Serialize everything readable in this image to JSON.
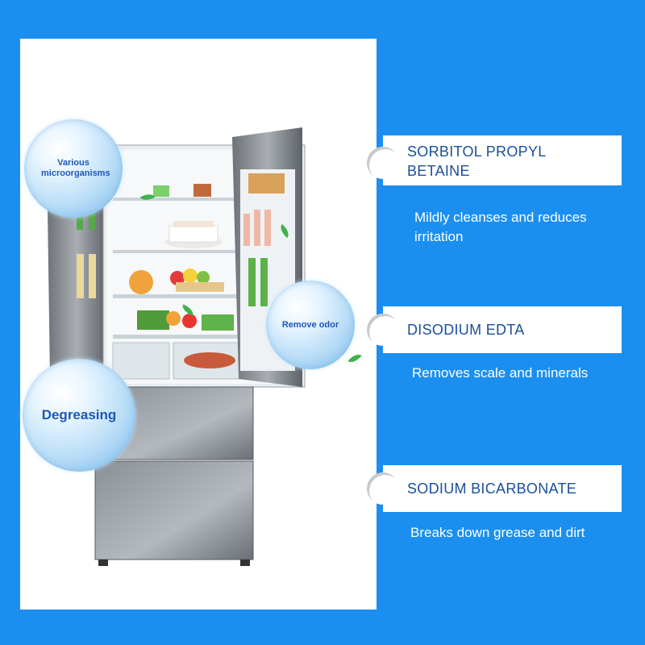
{
  "bubbles": {
    "microorganisms": "Various microorganisms",
    "odor": "Remove odor",
    "degreasing": "Degreasing"
  },
  "ingredients": [
    {
      "title_line1": "SORBITOL PROPYL",
      "title_line2": "BETAINE",
      "desc_line1": "Mildly cleanses and reduces",
      "desc_line2": "irritation"
    },
    {
      "title_line1": "DISODIUM EDTA",
      "title_line2": "",
      "desc_line1": "Removes scale and minerals",
      "desc_line2": ""
    },
    {
      "title_line1": "SODIUM BICARBONATE",
      "title_line2": "",
      "desc_line1": "Breaks down grease and dirt",
      "desc_line2": ""
    }
  ],
  "colors": {
    "background": "#1b8ff0",
    "title": "#1a4f9c",
    "bubble_text": "#1d57b8"
  }
}
